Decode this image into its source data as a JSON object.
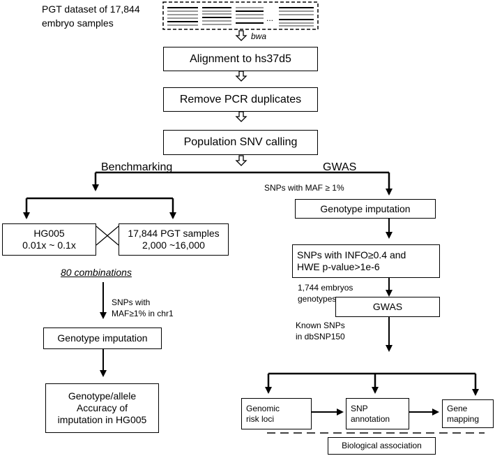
{
  "header": {
    "line1": "PGT dataset of 17,844",
    "line2": "embryo samples",
    "ellipsis": "..."
  },
  "main": {
    "bwa_label": "bwa",
    "alignment": "Alignment to hs37d5",
    "remove_dup": "Remove PCR duplicates",
    "snv_calling": "Population SNV calling"
  },
  "benchmark": {
    "title": "Benchmarking",
    "hg005": {
      "line1": "HG005",
      "line2": "0.01x ~ 0.1x"
    },
    "pgt": {
      "line1": "17,844 PGT samples",
      "line2": "2,000 ~16,000"
    },
    "combinations": "80 combinations",
    "snps_filter": {
      "line1": "SNPs with",
      "line2": "MAF≥1% in chr1"
    },
    "imputation": "Genotype imputation",
    "accuracy": {
      "line1": "Genotype/allele",
      "line2": "Accuracy of",
      "line3": "imputation in HG005"
    }
  },
  "gwas": {
    "title": "GWAS",
    "maf_filter": "SNPs with MAF ≥ 1%",
    "imputation": "Genotype imputation",
    "info_filter": {
      "line1": "SNPs with INFO≥0.4 and",
      "line2": "HWE p-value>1e-6"
    },
    "embryos": {
      "line1": "1,744 embryos",
      "line2": "genotypes"
    },
    "gwas_box": "GWAS",
    "known_snps": {
      "line1": "Known SNPs",
      "line2": "in dbSNP150"
    },
    "risk_loci": {
      "line1": "Genomic",
      "line2": "risk loci"
    },
    "snp_annotation": {
      "line1": "SNP",
      "line2": "annotation"
    },
    "gene_mapping": {
      "line1": "Gene",
      "line2": "mapping"
    },
    "biological": "Biological association"
  }
}
